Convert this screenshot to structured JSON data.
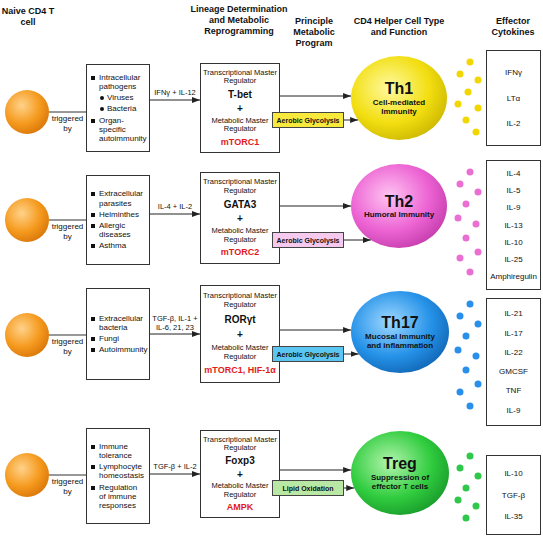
{
  "diagram": {
    "nodes": [
      {
        "text": [
          "Intracellular pathogens",
          "Viruses",
          "Bacteria",
          "Organ-specific autoimmunity"
        ]
      },
      {
        "text": [
          "Transcriptional Master Regulator",
          "T-bet",
          "+",
          "Metabolic Master Regulator",
          "mTORC1"
        ]
      },
      {
        "text": [
          "Aerobic Glycolysis"
        ]
      },
      {
        "text": [
          "Th1",
          "Cell-mediated Immunity"
        ]
      },
      {
        "text": [
          "IFNγ",
          "LTα",
          "IL-2"
        ]
      },
      {
        "text": [
          "Extracellular parasites",
          "Helminthes",
          "Allergic diseases",
          "Asthma"
        ]
      },
      {
        "text": [
          "Transcriptional Master Regulator",
          "GATA3",
          "+",
          "Metabolic Master Regulator",
          "mTORC2"
        ]
      },
      {
        "text": [
          "Aerobic Glycolysis"
        ]
      },
      {
        "text": [
          "Th2",
          "Humoral Immunity"
        ]
      },
      {
        "text": [
          "IL-4",
          "IL-5",
          "IL-9",
          "IL-13",
          "IL-10",
          "IL-25",
          "Amphiregulin"
        ]
      },
      {
        "text": [
          "Extracellular bacteria",
          "Fungi",
          "Autoimmunity"
        ]
      },
      {
        "text": [
          "Transcriptional Master Regulator",
          "RORγt",
          "+",
          "Metabolic Master Regulator",
          "mTORC1, HIF-1α"
        ]
      },
      {
        "text": [
          "Aerobic Glycolysis"
        ]
      },
      {
        "text": [
          "Th17",
          "Mucosal Immunity and inflammation"
        ]
      },
      {
        "text": [
          "IL-21",
          "IL-17",
          "IL-22",
          "GMCSF",
          "TNF",
          "IL-9"
        ]
      },
      {
        "text": [
          "Immune tolerance",
          "Lymphocyte homeostasis",
          "Regulation of immune responses"
        ]
      },
      {
        "text": [
          "Transcriptional Master Regulator",
          "Foxp3",
          "+",
          "Metabolic Master Regulator",
          "AMPK"
        ]
      },
      {
        "text": [
          "Lipid Oxidation"
        ]
      },
      {
        "text": [
          "Treg",
          "Suppression of effector T cells"
        ]
      },
      {
        "text": [
          "IL-10",
          "TGF-β",
          "IL-35"
        ]
      }
    ],
    "edges": [
      {
        "from": 0,
        "to": 1,
        "label": "IFNγ + IL-12",
        "arrow": "to"
      },
      {
        "from": 1,
        "to": 3,
        "arrow": "to"
      },
      {
        "from": 2,
        "to": 3,
        "arrow": "to"
      },
      {
        "from": 5,
        "to": 6,
        "label": "IL-4 + IL-2",
        "arrow": "to"
      },
      {
        "from": 6,
        "to": 8,
        "arrow": "to"
      },
      {
        "from": 7,
        "to": 8,
        "arrow": "to"
      },
      {
        "from": 10,
        "to": 11,
        "label": "TGF-β, IL-1 + IL-6, 21, 23",
        "arrow": "to"
      },
      {
        "from": 11,
        "to": 13,
        "arrow": "to"
      },
      {
        "from": 12,
        "to": 13,
        "arrow": "to"
      },
      {
        "from": 15,
        "to": 16,
        "label": "TGF-β + IL-2",
        "arrow": "to"
      },
      {
        "from": 16,
        "to": 18,
        "arrow": "to"
      },
      {
        "from": 17,
        "to": 18,
        "arrow": "to"
      }
    ],
    "labels": [
      "Naive CD4 T cell",
      "Lineage Determination and Metabolic Reprogramming",
      "Principle Metabolic Program",
      "CD4 Helper Cell Type and Function",
      "Effector Cytokines",
      "triggered by",
      "triggered by",
      "triggered by",
      "triggered by"
    ]
  }
}
